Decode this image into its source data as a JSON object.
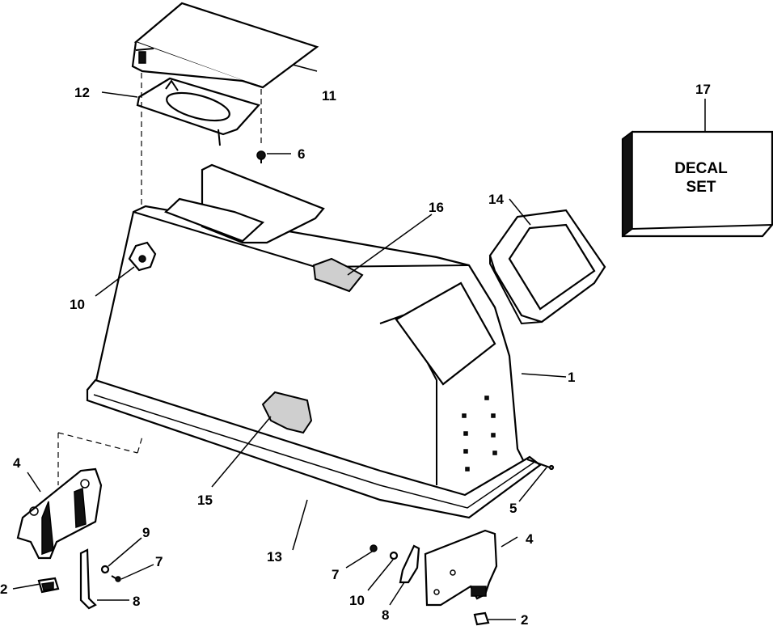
{
  "callouts": {
    "c1": "1",
    "c2a": "2",
    "c2b": "2",
    "c4a": "4",
    "c4b": "4",
    "c5": "5",
    "c6": "6",
    "c7a": "7",
    "c7b": "7",
    "c8a": "8",
    "c8b": "8",
    "c9": "9",
    "c10a": "10",
    "c10b": "10",
    "c11": "11",
    "c12": "12",
    "c13": "13",
    "c14": "14",
    "c15": "15",
    "c16": "16",
    "c17": "17"
  },
  "decal": {
    "line1": "DECAL",
    "line2": "SET"
  }
}
